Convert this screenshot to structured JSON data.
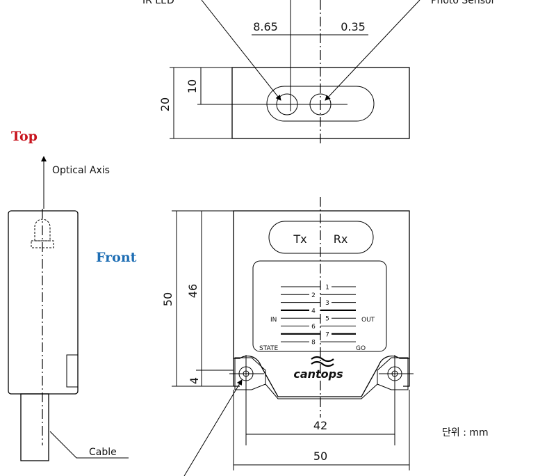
{
  "views": {
    "top_label": "Top",
    "front_label": "Front"
  },
  "colors": {
    "top_label": "#c8141e",
    "front_label": "#1e6eb4",
    "line": "#000000"
  },
  "callouts": {
    "ir_led": "IR LED",
    "photo_sensor": "Photo Sensor",
    "optical_axis": "Optical Axis",
    "cable": "Cable"
  },
  "top_view": {
    "dim_left": "8.65",
    "dim_right": "0.35",
    "dim_height": "20",
    "dim_center": "10"
  },
  "front_view": {
    "window_tx": "Tx",
    "window_rx": "Rx",
    "dim_height_outer": "50",
    "dim_height_inner": "46",
    "dim_bottom": "4",
    "dim_holes": "42",
    "dim_width": "50",
    "brand": "cantops",
    "label_in": "IN",
    "label_out": "OUT",
    "label_state": "STATE",
    "label_go": "GO",
    "led_numbers": [
      "1",
      "2",
      "3",
      "4",
      "5",
      "6",
      "7",
      "8"
    ]
  },
  "unit": "단위 : mm",
  "icons": [
    "logo-icon",
    "arrow-up-icon"
  ]
}
